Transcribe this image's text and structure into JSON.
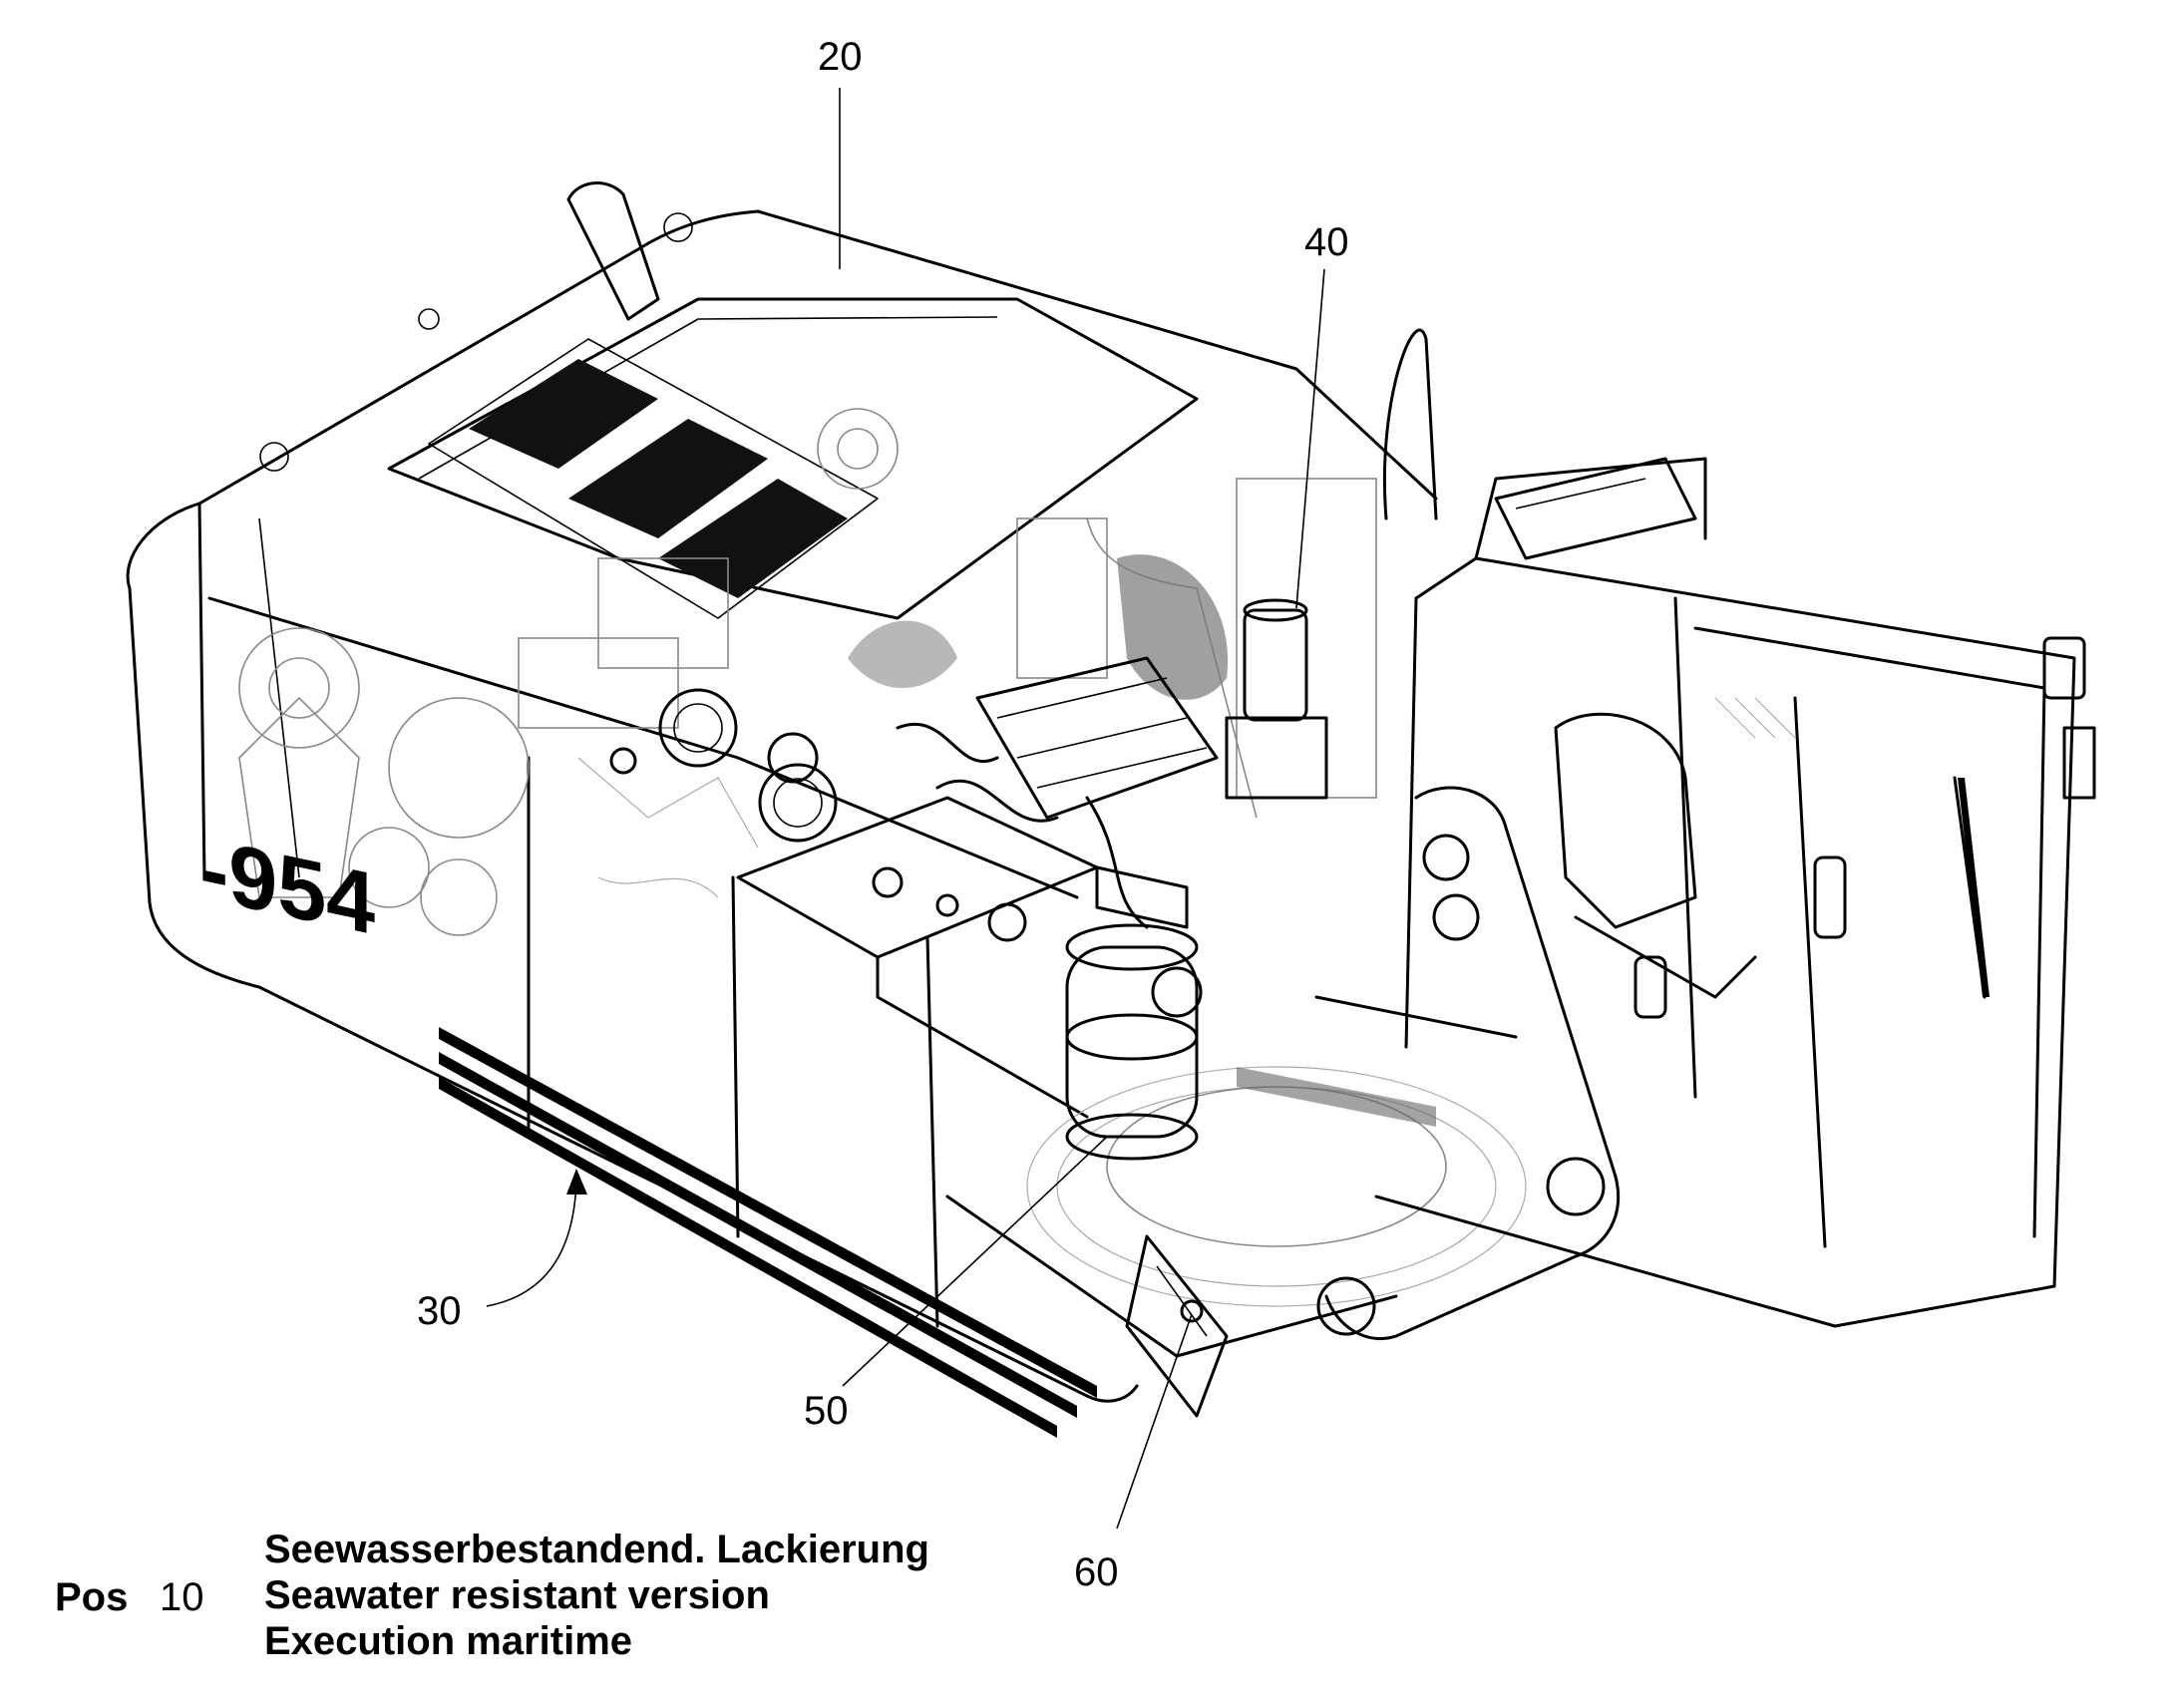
{
  "callouts": {
    "c20": "20",
    "c40": "40",
    "c30": "30",
    "c50": "50",
    "c60": "60"
  },
  "model_badge": "-954",
  "caption": {
    "pos_label": "Pos",
    "pos_number": "10",
    "line_de": "Seewasserbestandend. Lackierung",
    "line_en": "Seawater resistant version",
    "line_fr": "Execution maritime"
  }
}
